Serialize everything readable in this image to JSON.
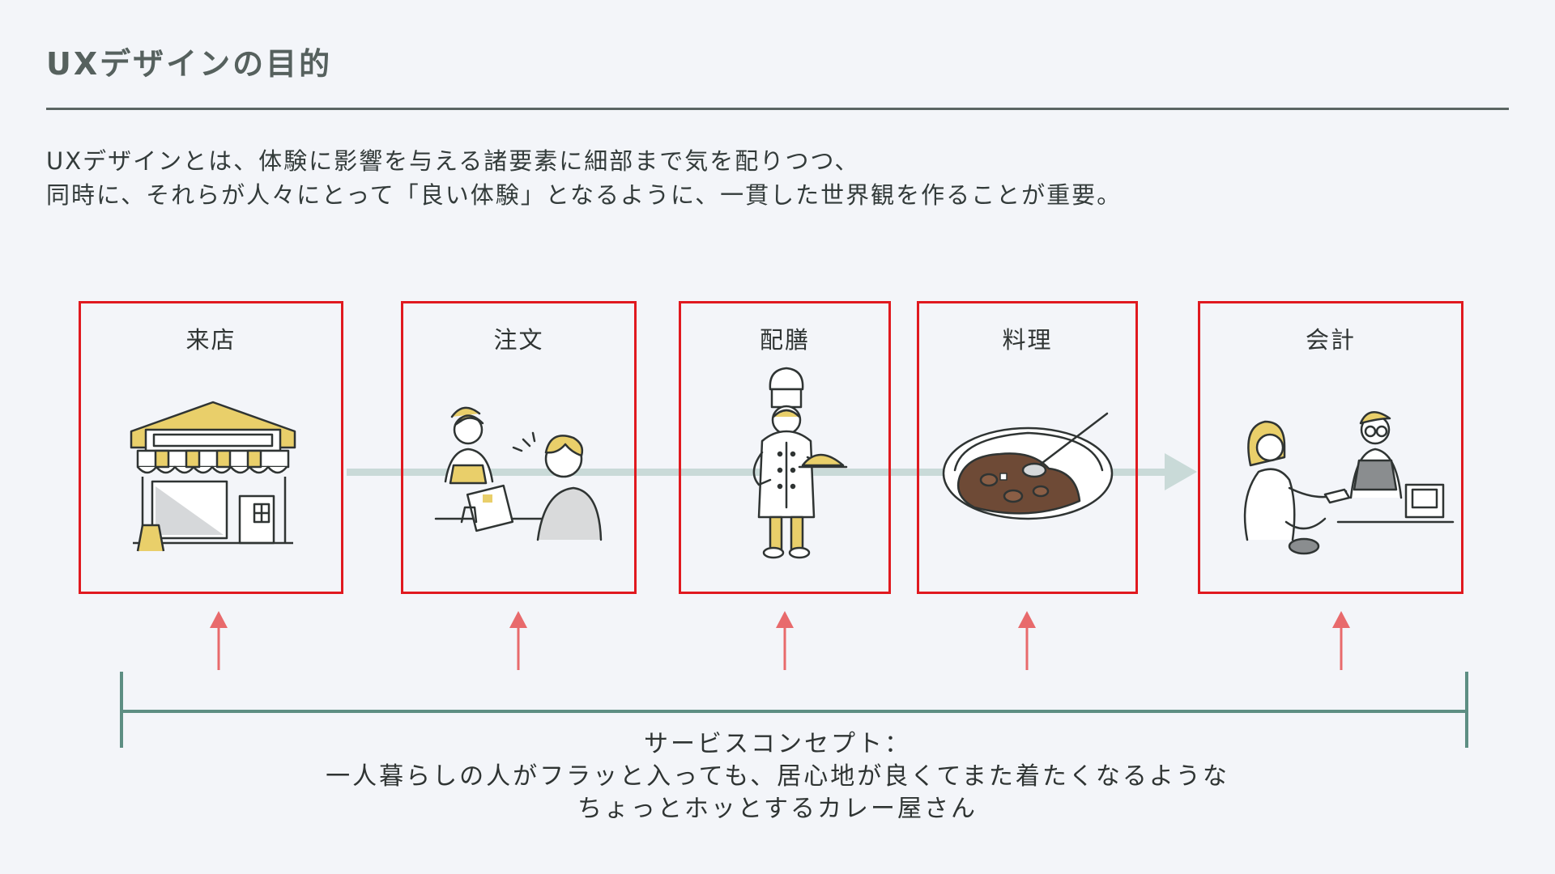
{
  "title": "UXデザインの目的",
  "intro": {
    "line1": "UXデザインとは、体験に影響を与える諸要素に細部まで気を配りつつ、",
    "line2": "同時に、それらが人々にとって「良い体験」となるように、一貫した世界観を作ることが重要。"
  },
  "steps": [
    {
      "label": "来店",
      "illustration": "storefront-illustration"
    },
    {
      "label": "注文",
      "illustration": "ordering-illustration"
    },
    {
      "label": "配膳",
      "illustration": "chef-serving-illustration"
    },
    {
      "label": "料理",
      "illustration": "curry-plate-illustration"
    },
    {
      "label": "会計",
      "illustration": "checkout-illustration"
    }
  ],
  "concept": {
    "line1": "サービスコンセプト：",
    "line2": "一人暮らしの人がフラッと入っても、居心地が良くてまた着たくなるような",
    "line3": "ちょっとホッとするカレー屋さん"
  },
  "colors": {
    "frame": "#e0191f",
    "up_arrow": "#e86a6c",
    "bracket": "#5d8e83",
    "flow_arrow": "#c9dad8",
    "accent_yellow": "#e9cf6a",
    "curry": "#6e4a36"
  }
}
